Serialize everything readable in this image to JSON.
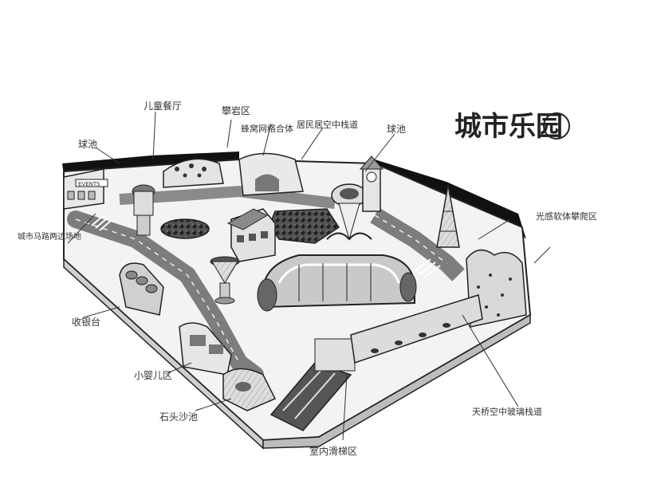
{
  "title": "城市乐园",
  "labels": {
    "children_restaurant": "儿童餐厅",
    "ball_pool_left": "球池",
    "climbing": "攀岩区",
    "honeycomb": "蜂窝网络合体",
    "resident_sky_walk": "居民居空中栈道",
    "ball_pool_right": "球池",
    "city_road": "城市马路两边场地",
    "soft_play": "光感软体攀爬区",
    "cashier": "收银台",
    "kids_pool": "小婴儿区",
    "stone_sand": "石头沙池",
    "indoor_slide": "室内滑梯区",
    "sky_tunnel": "天桥空中玻璃栈道"
  },
  "building_sign": "EVENTS",
  "colors": {
    "ink": "#222222",
    "wall": "#111111",
    "floor": "#f2f2f2",
    "road": "#9a9a9a",
    "tunnel": "#c9c9c9"
  }
}
